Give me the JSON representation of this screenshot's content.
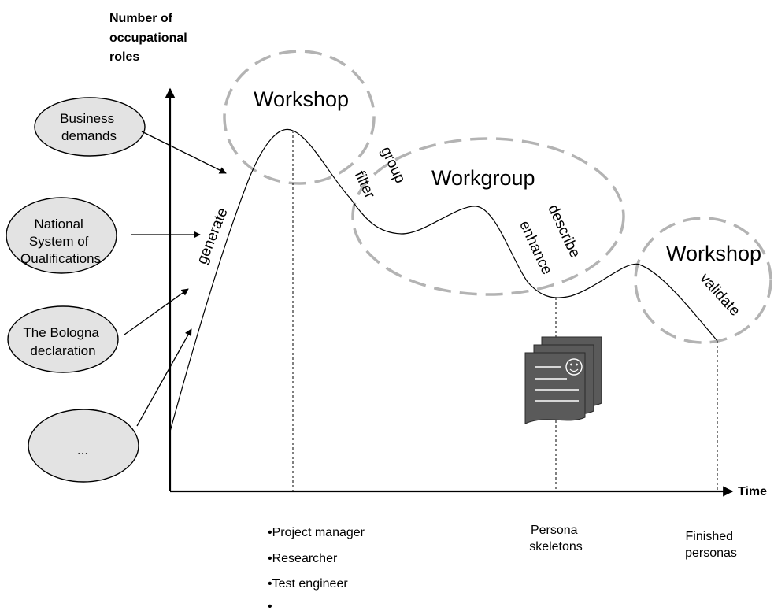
{
  "y_axis_label": [
    "Number of",
    "occupational",
    "roles"
  ],
  "x_axis_label": "Time",
  "inputs": [
    {
      "lines": [
        "Business",
        "demands"
      ]
    },
    {
      "lines": [
        "National",
        "System of",
        "Qualifications"
      ]
    },
    {
      "lines": [
        "The Bologna",
        "declaration"
      ]
    },
    {
      "lines": [
        "..."
      ]
    }
  ],
  "phases": {
    "workshop_1": "Workshop",
    "workgroup": "Workgroup",
    "workshop_2": "Workshop"
  },
  "activities": {
    "generate": "generate",
    "group": "group",
    "filter": "filter",
    "describe": "describe",
    "enhance": "enhance",
    "validate": "validate"
  },
  "outputs": {
    "roles_list": [
      "•Project manager",
      "•Researcher",
      "•Test engineer",
      "•"
    ],
    "persona_skeletons": [
      "Persona",
      "skeletons"
    ],
    "finished_personas": [
      "Finished",
      "personas"
    ]
  },
  "colors": {
    "bubble_fill": "#e3e3e3",
    "ring_stroke": "#b3b3b3",
    "document_fill": "#5a5a5a"
  },
  "icons": {
    "document": "document-stack-icon",
    "face": "smiley-face-icon"
  }
}
